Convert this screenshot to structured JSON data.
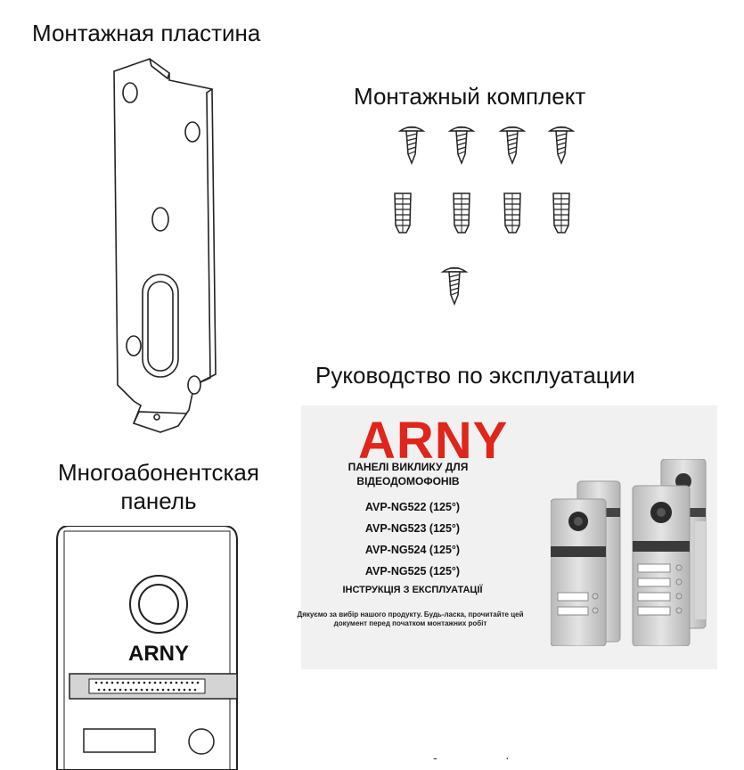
{
  "labels": {
    "mounting_plate": "Монтажная  пластина",
    "mounting_kit": "Монтажный  комплект",
    "manual": "Руководство по  эксплуатации",
    "panel_line1": "Многоабонентская",
    "panel_line2": "панель"
  },
  "panel": {
    "brand": "ARNY"
  },
  "manual_cover": {
    "brand": "ARNY",
    "title_line1": "ПАНЕЛІ ВИКЛИКУ ДЛЯ",
    "title_line2": "ВІДЕОДОМОФОНІВ",
    "models": [
      "AVP-NG522 (125°)",
      "AVP-NG523 (125°)",
      "AVP-NG524 (125°)",
      "AVP-NG525 (125°)"
    ],
    "instruction": "ІНСТРУКЦІЯ З ЕКСПЛУАТАЦІЇ",
    "thanks": "Дякуємо за вибір нашого продукту. Будь-ласка, прочитайте цей документ перед початком монтажних робіт"
  },
  "colors": {
    "brand_red": "#e0251b",
    "cover_bg": "#f1f1f1",
    "panel_silver": "#c9c9c9"
  },
  "icons": [
    "mounting-plate-drawing",
    "screw-icon",
    "wall-plug-icon",
    "intercom-panel-drawing"
  ]
}
